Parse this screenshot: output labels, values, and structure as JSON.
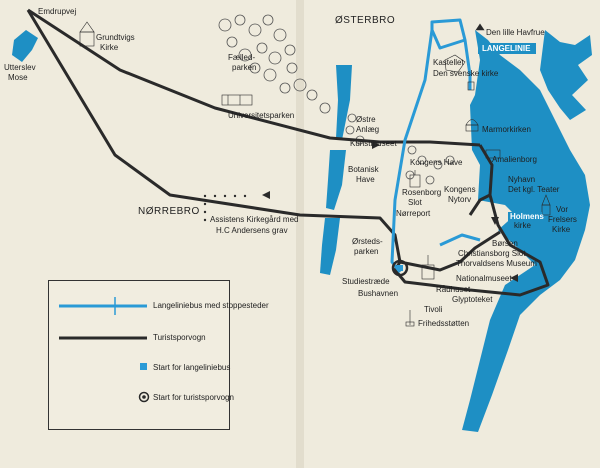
{
  "labels": {
    "emdrupvej": "Emdrupvej",
    "osterbro": "ØSTERBRO",
    "den_lille_havfrue": "Den lille Havfrue",
    "langelinie": "LANGELINIE",
    "utterslev_mose_1": "Utterslev",
    "utterslev_mose_2": "Mose",
    "grundtvigs_1": "Grundtvigs",
    "grundtvigs_2": "Kirke",
    "faelledparken_1": "Fælled-",
    "faelledparken_2": "parken",
    "kastellet": "Kastellet",
    "den_svenske_kirke": "Den svenske kirke",
    "universitetsparken": "Universitetsparken",
    "ostre_anlaeg_1": "Østre",
    "ostre_anlaeg_2": "Anlæg",
    "kunstmuseet": "Kunstmuseet",
    "marmorkirken": "Marmorkirken",
    "amalienborg": "Amalienborg",
    "botanisk_have_1": "Botanisk",
    "botanisk_have_2": "Have",
    "kongens_have": "Kongens Have",
    "rosenborg_1": "Rosenborg",
    "rosenborg_2": "Slot",
    "kongens_nytorv_1": "Kongens",
    "kongens_nytorv_2": "Nytorv",
    "nyhavn": "Nyhavn",
    "det_kgl_teater": "Det kgl. Teater",
    "norrebro": "NØRREBRO",
    "noerreport": "Nørreport",
    "assistens_1": "Assistens Kirkegård med",
    "assistens_2": "H.C Andersens grav",
    "holmens_1": "Holmens",
    "holmens_2": "kirke",
    "vor_frelsers_1": "Vor",
    "vor_frelsers_2": "Frelsers",
    "vor_frelsers_3": "Kirke",
    "orsteds_1": "Ørsteds-",
    "orsteds_2": "parken",
    "borsen": "Børsen",
    "christiansborg": "Christiansborg Slot",
    "thorvaldsens": "Thorvaldsens Museum",
    "studiestraede": "Studiestræde",
    "nationalmuseet": "Nationalmuseet",
    "radhuset": "Rådhuset",
    "bushavnen": "Bushavnen",
    "glyptoteket": "Glyptoteket",
    "tivoli": "Tivoli",
    "frihedsstotten": "Frihedsstøtten"
  },
  "legend": {
    "langeliniebus": "Langeliniebus med stoppesteder",
    "turistsporvogn": "Turistsporvogn",
    "start_langeliniebus": "Start for langeliniebus",
    "start_turistsporvogn": "Start for turistsporvogn"
  },
  "colors": {
    "paper": "#efebdd",
    "water": "#1e8fc4",
    "blue_route": "#2a9ad6",
    "black_route": "#2a2a2a"
  }
}
